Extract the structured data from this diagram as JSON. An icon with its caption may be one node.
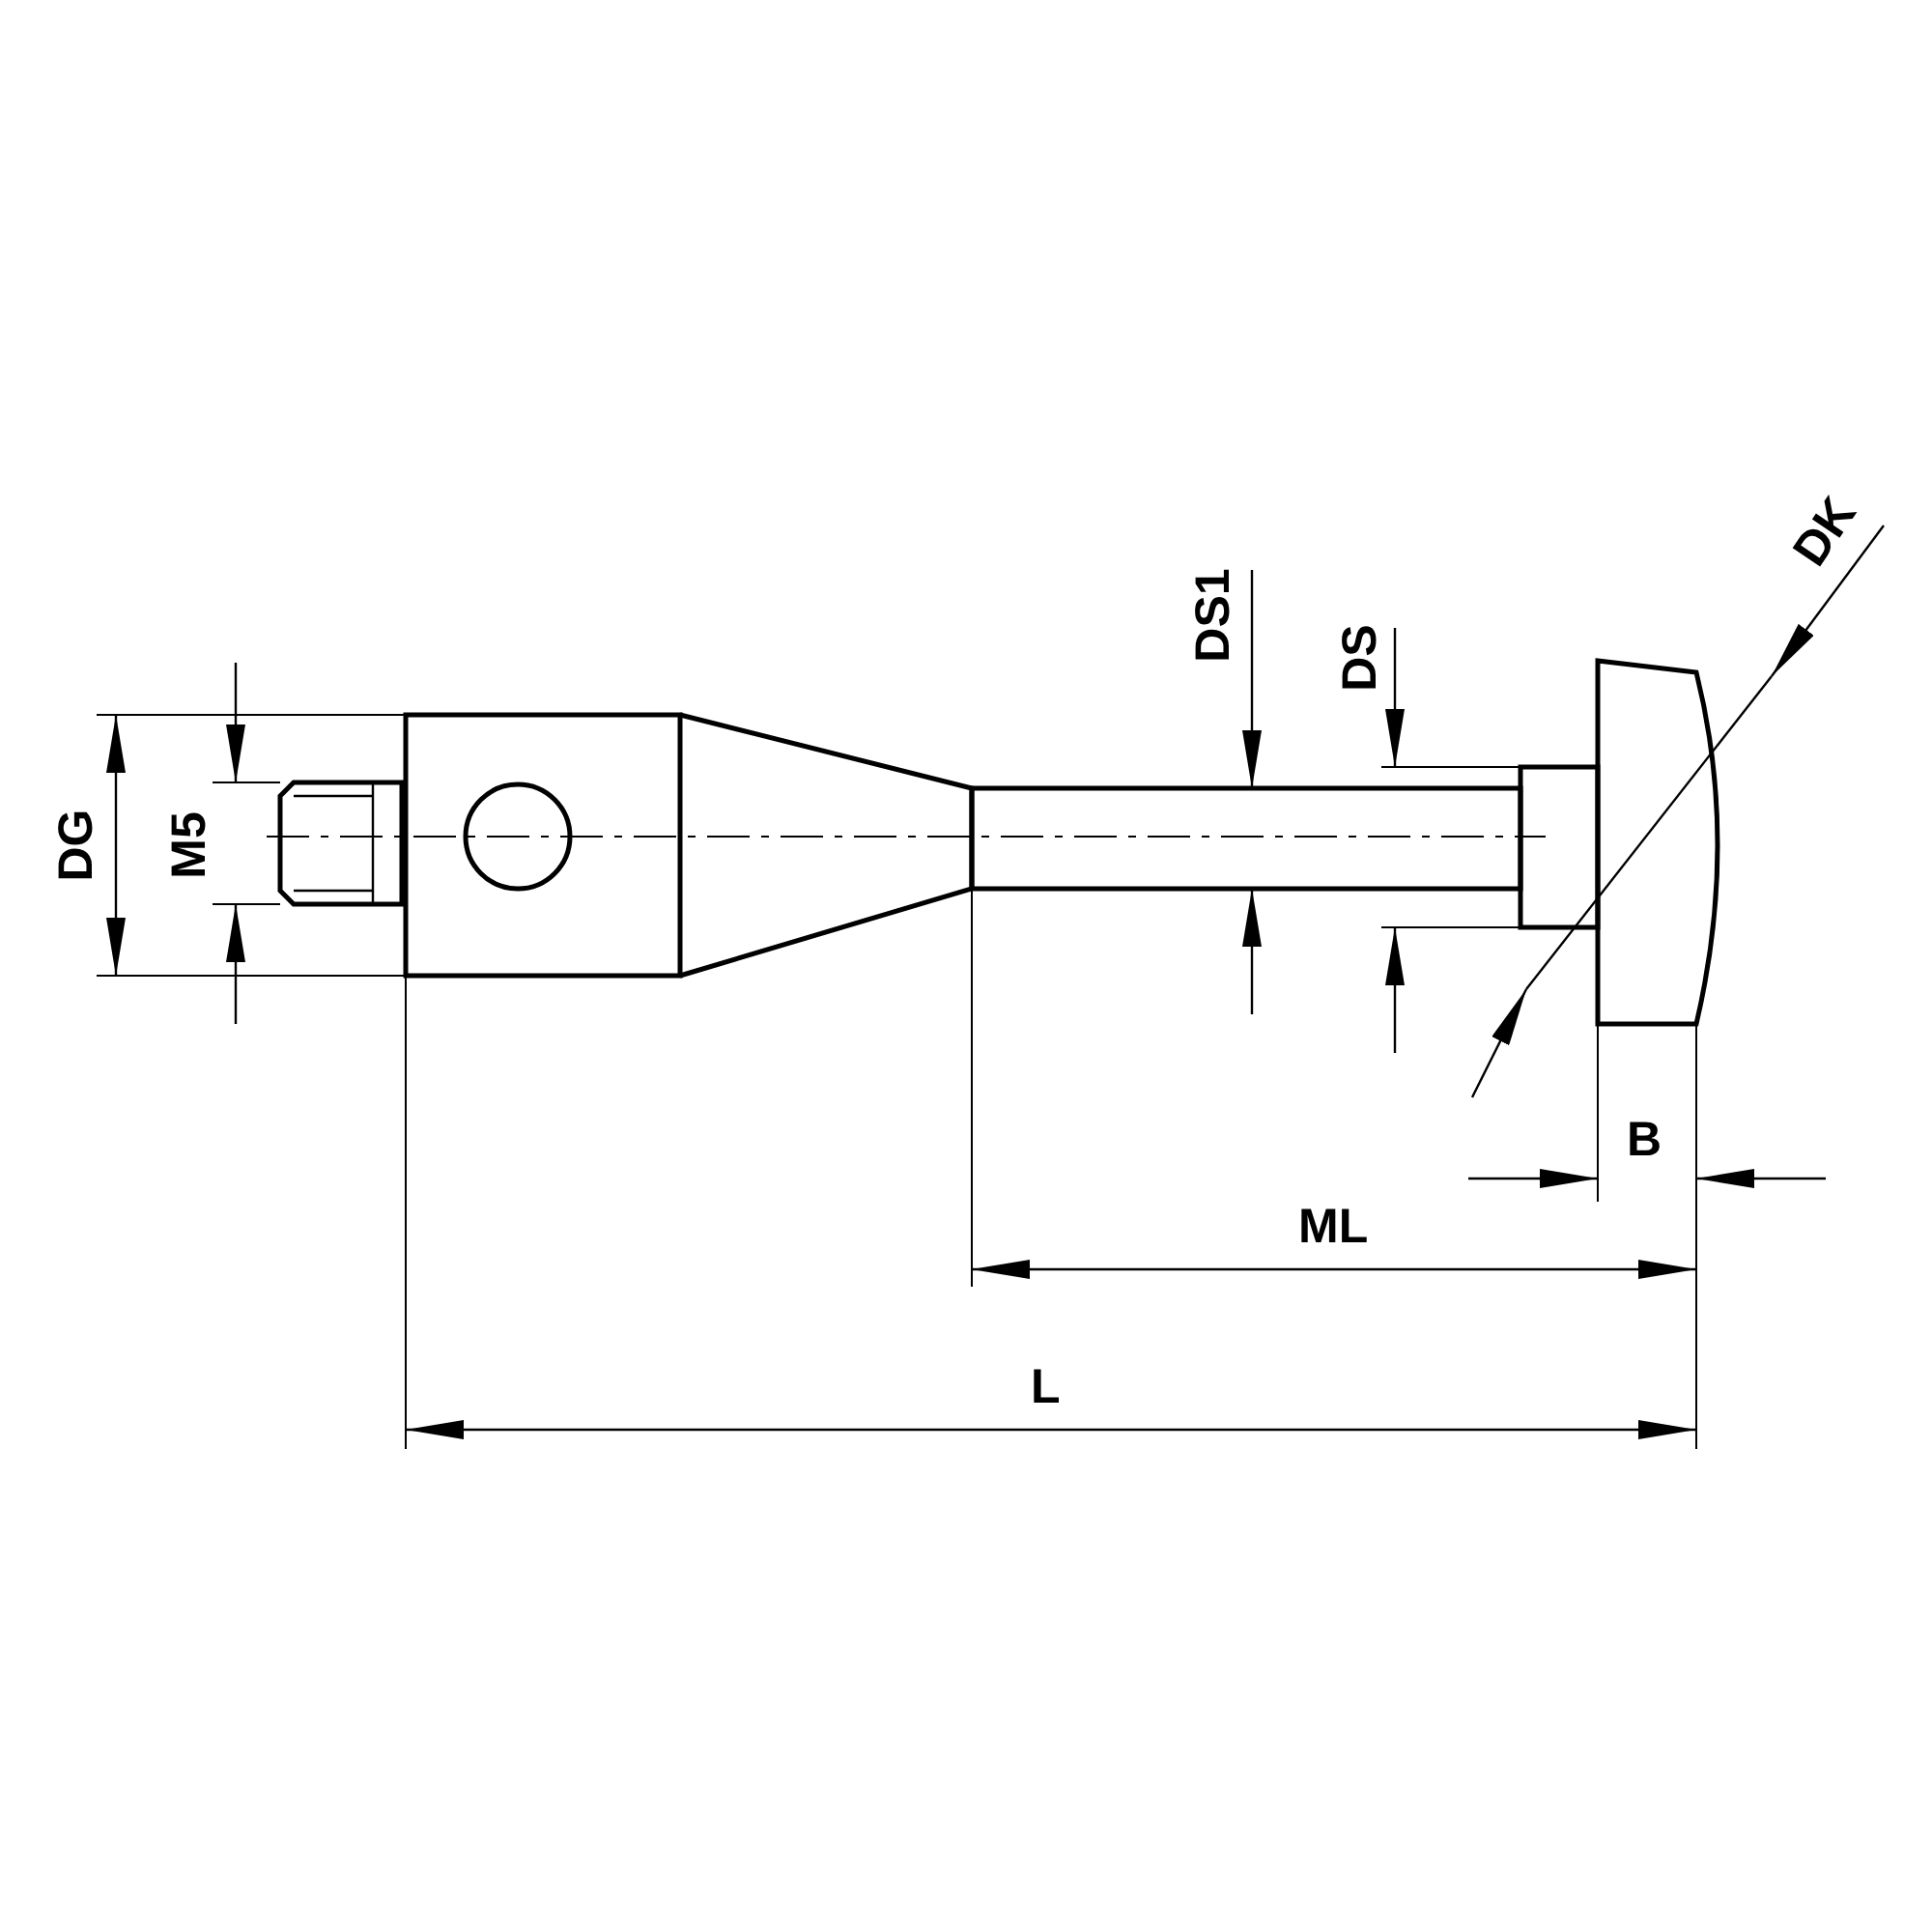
{
  "diagram": {
    "labels": [
      "DK",
      "DS1",
      "DS",
      "DG",
      "M5",
      "B",
      "ML",
      "L"
    ]
  }
}
